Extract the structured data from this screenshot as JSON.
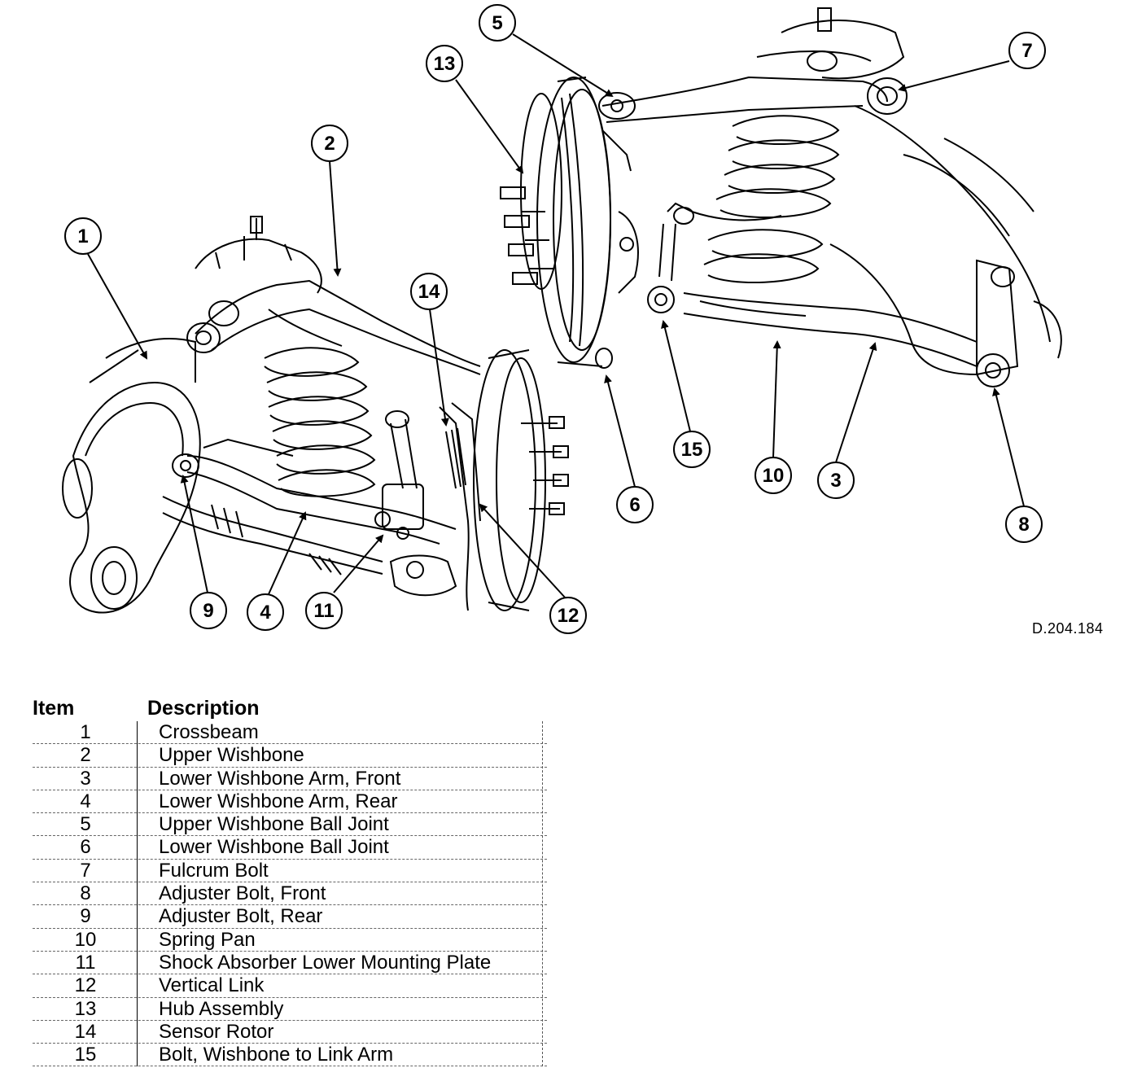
{
  "callouts": [
    "1",
    "2",
    "3",
    "4",
    "5",
    "6",
    "7",
    "8",
    "9",
    "10",
    "11",
    "12",
    "13",
    "14",
    "15"
  ],
  "figure_code": "D.204.184",
  "legend": {
    "item_header": "Item",
    "description_header": "Description",
    "rows": [
      {
        "item": "1",
        "description": "Crossbeam"
      },
      {
        "item": "2",
        "description": "Upper Wishbone"
      },
      {
        "item": "3",
        "description": "Lower Wishbone Arm, Front"
      },
      {
        "item": "4",
        "description": "Lower Wishbone Arm, Rear"
      },
      {
        "item": "5",
        "description": "Upper Wishbone Ball Joint"
      },
      {
        "item": "6",
        "description": "Lower Wishbone Ball Joint"
      },
      {
        "item": "7",
        "description": "Fulcrum Bolt"
      },
      {
        "item": "8",
        "description": "Adjuster Bolt, Front"
      },
      {
        "item": "9",
        "description": "Adjuster Bolt, Rear"
      },
      {
        "item": "10",
        "description": "Spring Pan"
      },
      {
        "item": "11",
        "description": "Shock Absorber Lower Mounting Plate"
      },
      {
        "item": "12",
        "description": "Vertical Link"
      },
      {
        "item": "13",
        "description": "Hub Assembly"
      },
      {
        "item": "14",
        "description": "Sensor Rotor"
      },
      {
        "item": "15",
        "description": "Bolt, Wishbone to Link Arm"
      }
    ]
  }
}
